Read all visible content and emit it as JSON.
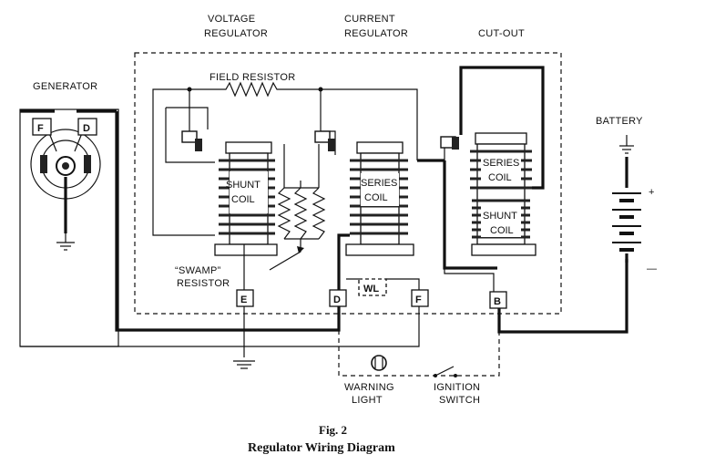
{
  "labels": {
    "voltage_regulator": [
      "VOLTAGE",
      "REGULATOR"
    ],
    "current_regulator": [
      "CURRENT",
      "REGULATOR"
    ],
    "cut_out": "CUT-OUT",
    "generator": "GENERATOR",
    "battery": "BATTERY",
    "field_resistor": "FIELD RESISTOR",
    "swamp_resistor": [
      "“SWAMP”",
      "RESISTOR"
    ],
    "warning_light": [
      "WARNING",
      "LIGHT"
    ],
    "ignition_switch": [
      "IGNITION",
      "SWITCH"
    ],
    "generator_terminal_f": "F",
    "generator_terminal_d": "D",
    "battery_plus": "+",
    "battery_minus": "—"
  },
  "coils": {
    "vr_shunt": [
      "SHUNT",
      "COIL"
    ],
    "cr_series": [
      "SERIES",
      "COIL"
    ],
    "co_series": [
      "SERIES",
      "COIL"
    ],
    "co_shunt": [
      "SHUNT",
      "COIL"
    ]
  },
  "terminals": {
    "e": "E",
    "d": "D",
    "f": "F",
    "b": "B",
    "wl": "WL"
  },
  "caption": {
    "figure": "Fig. 2",
    "title": "Regulator Wiring Diagram"
  }
}
